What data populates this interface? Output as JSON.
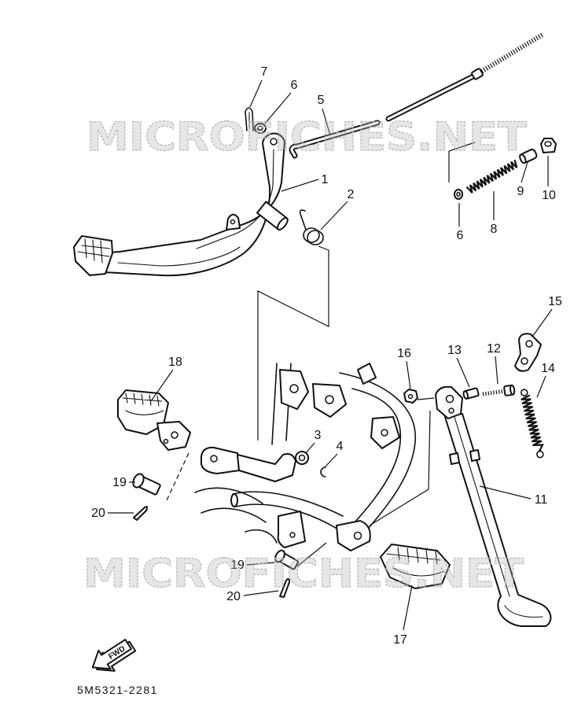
{
  "diagram": {
    "callouts": [
      "7",
      "6",
      "5",
      "1",
      "2",
      "6",
      "8",
      "9",
      "10",
      "15",
      "18",
      "16",
      "13",
      "12",
      "14",
      "3",
      "4",
      "11",
      "19",
      "20",
      "19",
      "20",
      "17"
    ],
    "watermark": "MICROFICHES.NET",
    "fwd_label": "FWD",
    "drawing_code": "5M5321-2281"
  },
  "colors": {
    "ink": "#111111",
    "paper": "#ffffff",
    "watermark": "#b8b8b8"
  },
  "icons": {
    "direction_arrow": "fwd-arrow-icon"
  }
}
